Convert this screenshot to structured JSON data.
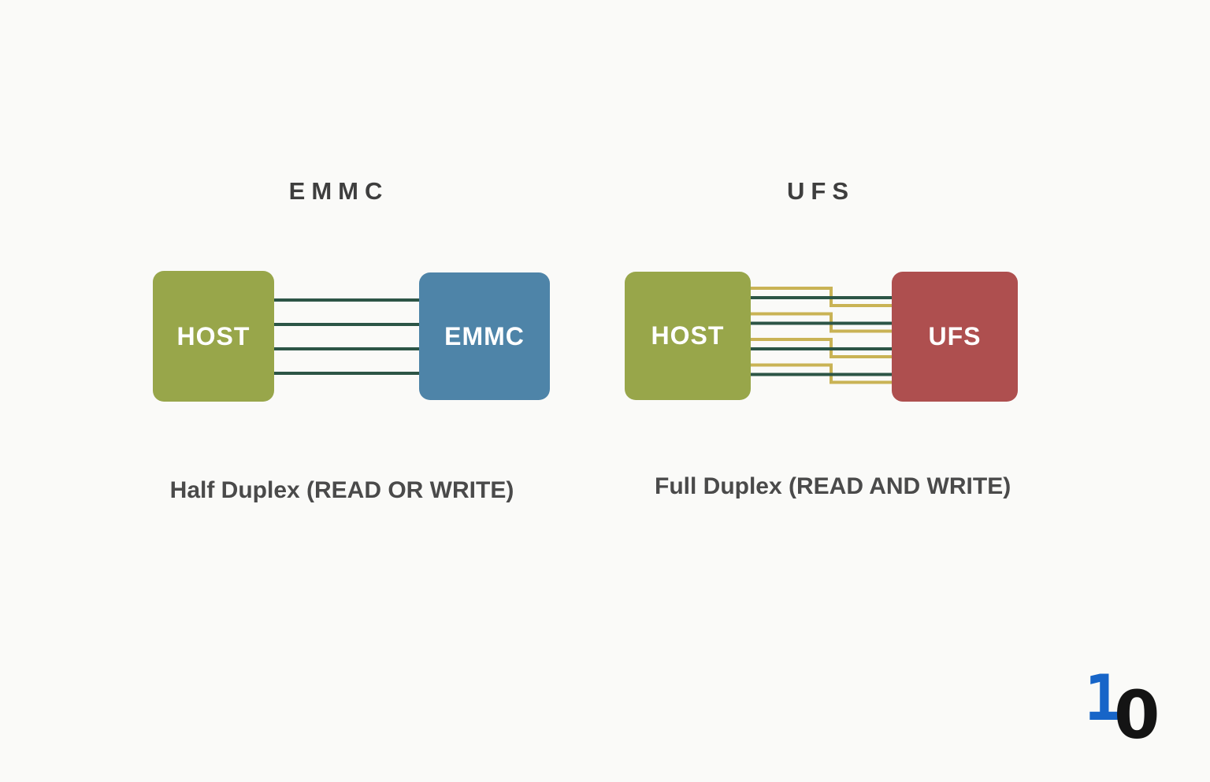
{
  "page": {
    "background": "#fafaf8"
  },
  "text_colors": {
    "title": "#3e3e3e",
    "caption": "#4a4a4a",
    "box_label": "#ffffff"
  },
  "diagrams": [
    {
      "title": "EMMC",
      "caption": "Half Duplex (READ OR WRITE)",
      "host_label": "HOST",
      "device_label": "EMMC",
      "host_color": "#98a64a",
      "device_color": "#4e84a8",
      "bus": {
        "type": "shared-bus",
        "line_count": 4,
        "line_color": "#2c5546"
      }
    },
    {
      "title": "UFS",
      "caption": "Full Duplex (READ AND WRITE)",
      "host_label": "HOST",
      "device_label": "UFS",
      "host_color": "#98a64a",
      "device_color": "#ae4f4f",
      "bus": {
        "type": "lane-pairs",
        "pair_count": 4,
        "straight_line_color": "#2c5546",
        "stepped_line_color": "#c9b355"
      }
    }
  ],
  "logo": {
    "digit_one": "1",
    "digit_zero": "0",
    "digit_one_color": "#1765c8",
    "digit_zero_color": "#141414"
  }
}
